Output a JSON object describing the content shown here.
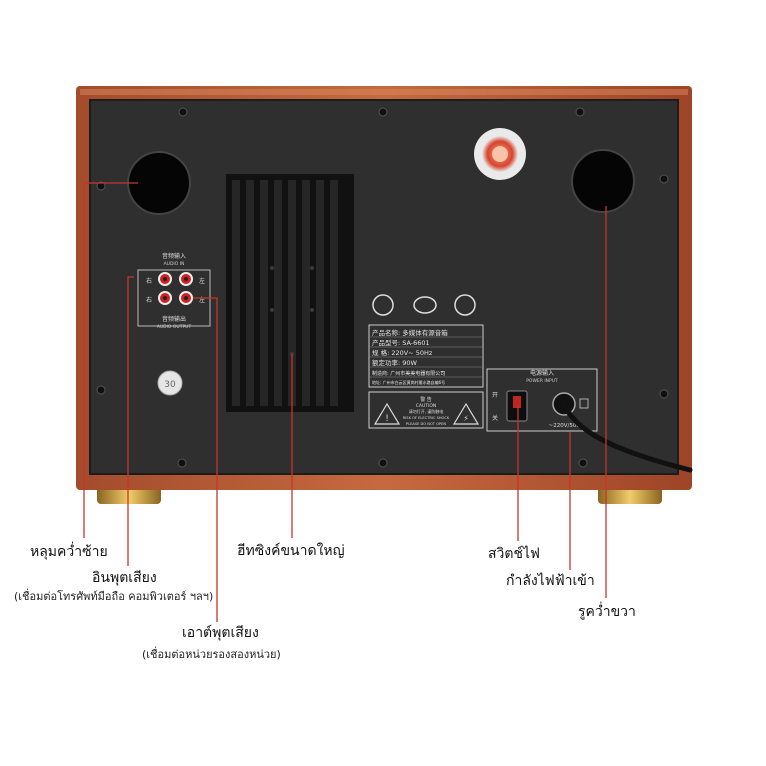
{
  "panel": {
    "audio_in_title": "音频输入",
    "audio_in_sub": "AUDIO IN",
    "audio_out_title": "音频输出",
    "audio_out_sub": "AUDIO OUTPUT",
    "left_in": "左",
    "right_in": "右",
    "left_out": "左",
    "right_out": "右",
    "nameplate": {
      "name_label": "产品名称: 多媒体有源音箱",
      "model_label": "产品型号: SA-6601",
      "spec_label": "规 格: 220V~ 50Hz",
      "power_label": "额定功率: 90W",
      "maker_label": "制造商: 广州市美美电器有限公司",
      "address_label": "地址: 广州市白云区黄岗村雅水路自编6号"
    },
    "caution": {
      "title_cn": "警 告",
      "title_en": "CAUTION",
      "line1": "请勿打开, 谨防触电",
      "line2": "RISK OF ELECTRIC SHOCK",
      "line3": "PLEASE DO NOT OPEN"
    },
    "power_box_title": "电源输入",
    "power_box_sub": "POWER INPUT",
    "switch_on": "开",
    "switch_off": "关",
    "voltage": "~220V/50Hz",
    "round_sticker": "30"
  },
  "annotations": {
    "left_port": "หลุมคว่ำซ้าย",
    "input": "อินพุตเสียง",
    "input_note": "(เชื่อมต่อโทรศัพท์มือถือ คอมพิวเตอร์ ฯลฯ)",
    "output": "เอาต์พุตเสียง",
    "output_note": "(เชื่อมต่อหน่วยรองสองหน่วย)",
    "heatsink": "ฮีทซิงค์ขนาดใหญ่",
    "switch": "สวิตช์ไฟ",
    "power_in": "กำลังไฟฟ้าเข้า",
    "right_port": "รูคว่ำขวา"
  },
  "colors": {
    "wood": "#b45a36",
    "panel": "#2e2e2e",
    "leader": "#c3362d"
  }
}
